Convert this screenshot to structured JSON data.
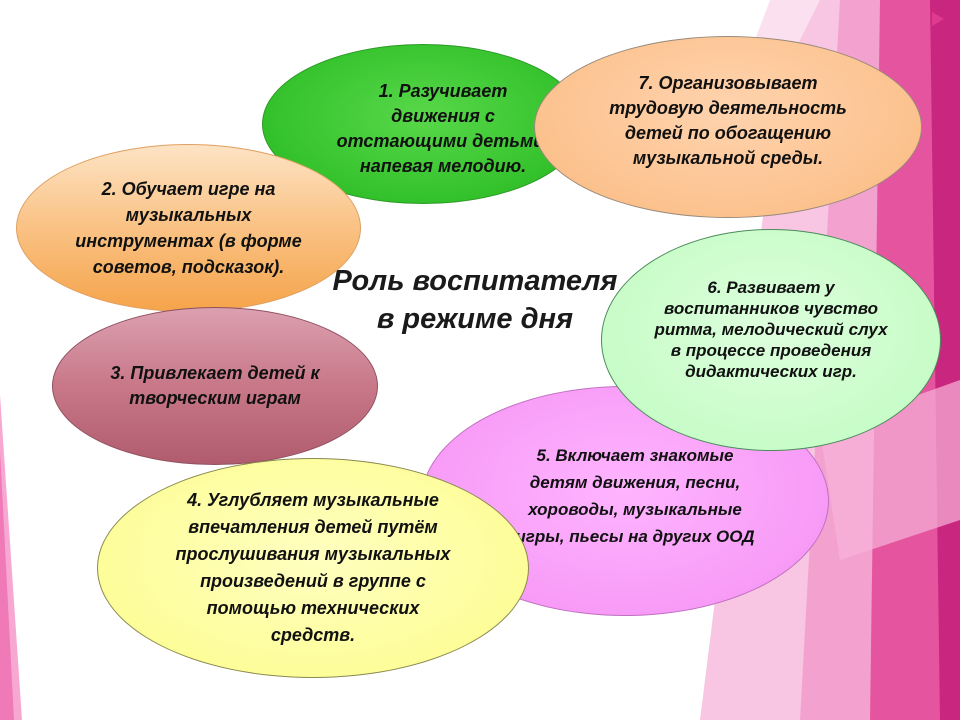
{
  "title": "Роль воспитателя в режиме дня",
  "bubbles": {
    "b1": "1. Разучивает движения с отстающими детьми, напевая мелодию.",
    "b2": "2. Обучает игре на музыкальных инструментах (в форме советов, подсказок).",
    "b3": "3. Привлекает детей к творческим играм",
    "b4": "4. Углубляет музыкальные впечатления детей путём прослушивания музыкальных произведений в группе с помощью технических средств.",
    "b5": "5. Включает знакомые детям движения, песни, хороводы, музыкальные игры, пьесы на других ООД",
    "b6": "6. Развивает у воспитанников чувство ритма, мелодический слух в процессе проведения дидактических игр.",
    "b7": "7. Организовывает трудовую деятельность детей по обогащению музыкальной среды."
  },
  "colors": {
    "b1": "#33c12b",
    "b2": "#f5a44a",
    "b3": "#c87888",
    "b4": "#fdfd9a",
    "b5": "#f79bf7",
    "b6": "#c8fcc8",
    "b7": "#fcc28e",
    "accent": "#e8429a"
  }
}
